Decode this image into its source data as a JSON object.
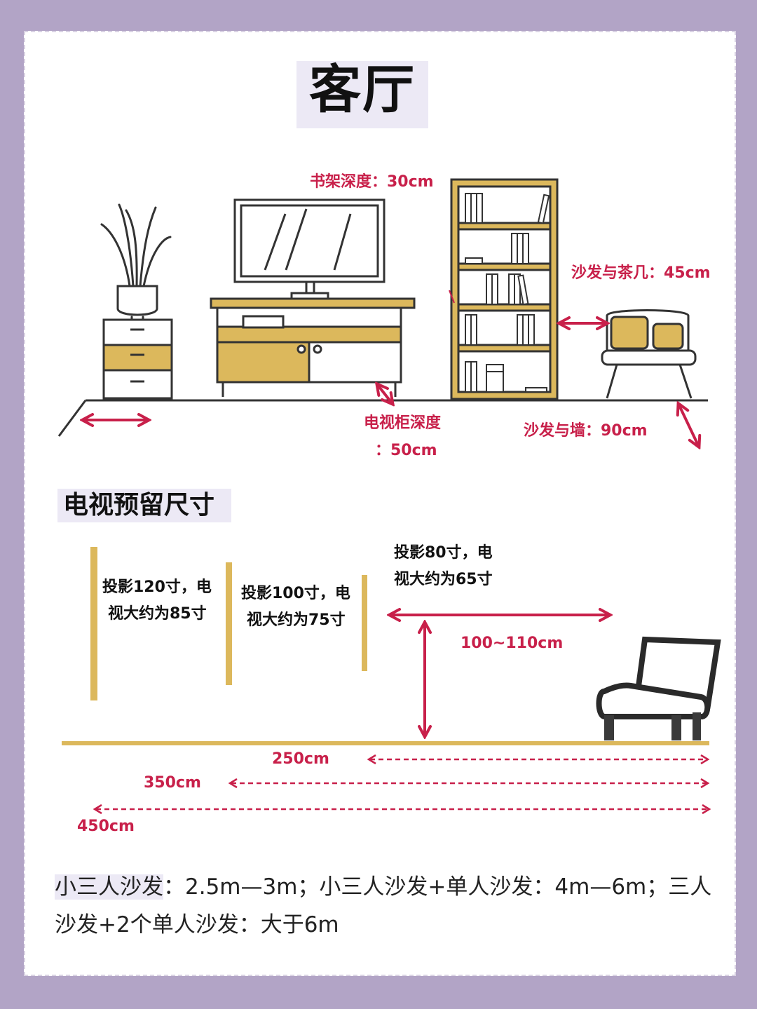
{
  "title": "客厅",
  "labels": {
    "bookshelf_depth": "书架深度：30cm",
    "sofa_coffee_table": "沙发与茶几：45cm",
    "tv_cabinet_depth_line1": "电视柜深度",
    "tv_cabinet_depth_line2": "：50cm",
    "sofa_wall": "沙发与墙：90cm"
  },
  "section_title": "电视预留尺寸",
  "projection": {
    "p120_line1": "投影120寸，电",
    "p120_line2": "视大约为85寸",
    "p100_line1": "投影100寸，电",
    "p100_line2": "视大约为75寸",
    "p80_line1": "投影80寸，电",
    "p80_line2": "视大约为65寸",
    "height": "100~110cm"
  },
  "distances": {
    "d250": "250cm",
    "d350": "350cm",
    "d450": "450cm"
  },
  "footnote": {
    "highlight": "小三人沙发",
    "rest": "：2.5m—3m；小三人沙发+单人沙发：4m—6m；三人沙发+2个单人沙发：大于6m"
  },
  "colors": {
    "background": "#b2a4c6",
    "accent_red": "#c8204a",
    "wood": "#dcb85c",
    "highlight": "#ece9f5",
    "outline": "#333333"
  }
}
